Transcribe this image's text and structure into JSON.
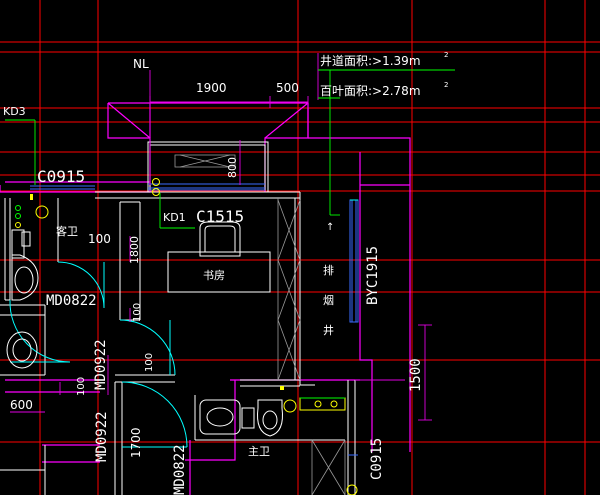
{
  "drawing": {
    "background": "#000000",
    "colors": {
      "axis_red": "#ff0000",
      "wall_white": "#ffffff",
      "wall_magenta": "#ff00ff",
      "dimension_magenta": "#e000e0",
      "leader_green": "#00ff00",
      "fixture_yellow": "#ffff00",
      "door_cyan": "#00ffff",
      "window_blue": "#3a6cff",
      "hatch_gray": "#9a9a9a"
    },
    "notes": {
      "shaft_area": "井道面积:>1.39m",
      "louver_area": "百叶面积:>2.78m",
      "sup2": "2"
    },
    "labels": {
      "nl": "NL",
      "kd3": "KD3",
      "kd1": "KD1",
      "c0915_top": "C0915",
      "c0915_right": "C0915",
      "c1515": "C1515",
      "md0822_a": "MD0822",
      "md0922_a": "MD0922",
      "md0922_b": "MD0922",
      "md0822_b": "MD0822",
      "byc1915": "BYC1915",
      "room_study": "书房",
      "room_main_bath": "主卫",
      "room_guest_bath": "客卫",
      "shaft_v1": "排",
      "shaft_v2": "烟",
      "shaft_v3": "井",
      "arrow_up": "↑"
    },
    "dimensions": {
      "d1900": "1900",
      "d500": "500",
      "d800": "800",
      "d100_a": "100",
      "d1800": "1800",
      "d100_b": "100",
      "d100_c": "100",
      "d100_d": "100",
      "d600": "600",
      "d1500": "1500",
      "d1700": "1700"
    }
  }
}
